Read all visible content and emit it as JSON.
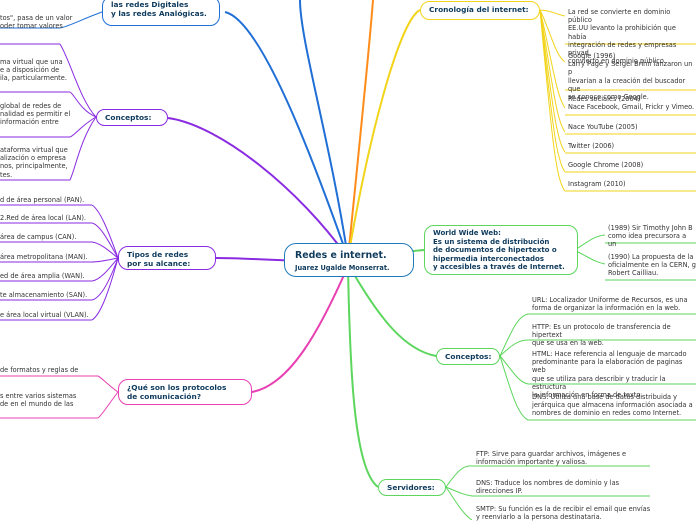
{
  "center": {
    "title": "Redes e internet.",
    "subtitle": "Juarez Ugalde Monserrat."
  },
  "colors": {
    "blue": "#1f6fd6",
    "yellow": "#f2d41a",
    "green": "#5cd65c",
    "purple": "#8a2be2",
    "pink": "#e83fb3",
    "orange": "#ff8c1a",
    "center_border": "#1f7ab8"
  },
  "branches": {
    "digital": {
      "label": "las redes Digitales\ny las redes Analógicas."
    },
    "conceptos_left": {
      "label": "Conceptos:",
      "leaves": [
        "tos\", pasa de un valor\noder tomar valores",
        "ma virtual que una\ne a disposición de\nila, particularmente.",
        "global de redes de\nnalidad es permitir el\ninformación entre",
        "ataforma virtual que\nalización o empresa\nnos, principalmente,\ntes."
      ]
    },
    "tipos": {
      "label": "Tipos de redes\npor su alcance:",
      "leaves": [
        "d de área personal (PAN).",
        "2.Red de área local (LAN).",
        "área de campus (CAN).",
        "área metropolitana (MAN).",
        "ed de área amplia (WAN).",
        "te almacenamiento (SAN).",
        "e área local virtual (VLAN)."
      ]
    },
    "protocolos": {
      "label": "¿Qué son los protocolos\nde comunicación?",
      "leaves": [
        "de formatos y reglas de",
        "s entre varios sistemas\nde en el mundo de las"
      ]
    },
    "cronologia": {
      "label": "Cronología del internet:",
      "leaves": [
        "La red se convierte en dominio público\nEE.UU levanto la prohibición que había\nintegración de redes y empresas privad\nconvierto en dominio público.",
        "Google (1996)\nLarry Page y Sergei Brinn lanzaron un p\nllevarian a la creación del buscador que\nse conoce como Google.",
        "Redes sociales (2004)\nNace Facebook, Gmail, Frickr y Vimeo.",
        "Nace YouTube (2005)",
        "Twitter (2006)",
        "Google Chrome (2008)",
        "Instagram (2010)"
      ]
    },
    "www": {
      "label": "World Wide Web:\nEs un sistema de distribución\nde documentos de hipertexto o\nhipermedia interconectados\ny accesibles a través de Internet.",
      "leaves": [
        "(1989) Sir Timothy John B\ncomo idea precursora a un",
        "(1990) La propuesta de la\noficialmente en la CERN, g\nRobert Cailliau."
      ]
    },
    "conceptos_right": {
      "label": "Conceptos:",
      "leaves": [
        "URL: Localizador Uniforme de Recursos, es una\nforma de organizar la información en la web.",
        "HTTP: Es un protocolo de transferencia de hipertext\nque se usa en la web.",
        "HTML: Hace referencia al lenguaje de marcado\npredominante para la elaboración de paginas web\nque se utiliza para describir y traducir la estructura\nla información en forma de texto.",
        "DNS: Utiliza una base de datos distribuida y\njerárquica que almacena información asociada a\nnombres de dominio en redes como Internet."
      ]
    },
    "servidores": {
      "label": "Servidores:",
      "leaves": [
        "FTP: Sirve para guardar archivos, imágenes e\ninformación importante y valiosa.",
        "DNS: Traduce los nombres de dominio y las\ndirecciones IP.",
        "SMTP: Su función es la de recibir el email que envías\ny reenviarlo a la persona destinataria."
      ]
    }
  }
}
